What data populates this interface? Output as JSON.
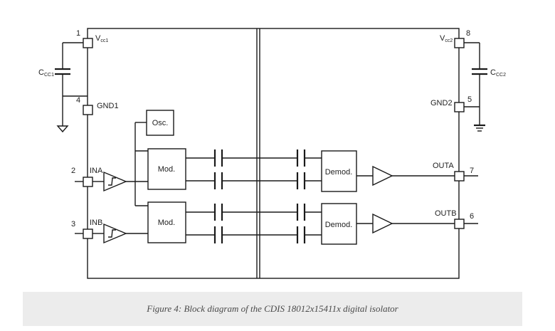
{
  "diagram": {
    "pins": {
      "p1": "1",
      "p2": "2",
      "p3": "3",
      "p4": "4",
      "p5": "5",
      "p6": "6",
      "p7": "7",
      "p8": "8"
    },
    "labels": {
      "vcc1_main": "V",
      "vcc1_sub": "cc1",
      "vcc2_main": "V",
      "vcc2_sub": "cc2",
      "ccc1_main": "C",
      "ccc1_sub": "CC1",
      "ccc2_main": "C",
      "ccc2_sub": "CC2",
      "gnd1": "GND1",
      "gnd2": "GND2",
      "ina": "INA",
      "inb": "INB",
      "outa": "OUTA",
      "outb": "OUTB"
    },
    "blocks": {
      "osc": "Osc.",
      "mod_a": "Mod.",
      "mod_b": "Mod.",
      "demod_a": "Demod.",
      "demod_b": "Demod."
    }
  },
  "caption": "Figure 4: Block diagram of the CDIS 18012x15411x digital isolator"
}
